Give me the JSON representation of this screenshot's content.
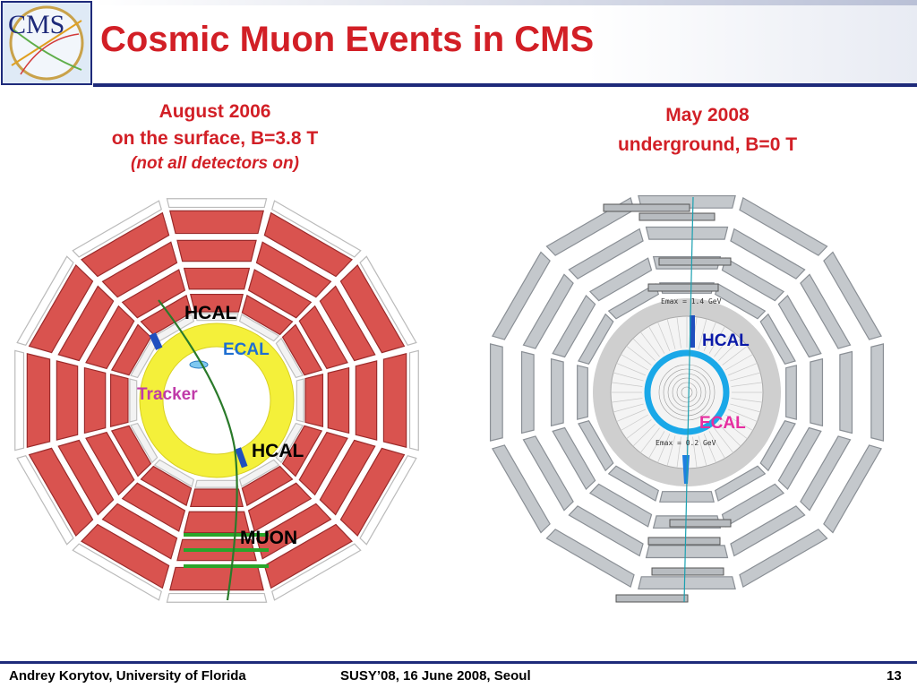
{
  "logo": {
    "text": "CMS"
  },
  "slide": {
    "title": "Cosmic Muon Events in CMS"
  },
  "left_panel": {
    "caption_line1": "August 2006",
    "caption_line2": "on the surface, B=3.8 T",
    "caption_line3": "(not all detectors on)",
    "labels": {
      "hcal_top": "HCAL",
      "ecal": "ECAL",
      "tracker": "Tracker",
      "hcal_bottom": "HCAL",
      "muon": "MUON"
    }
  },
  "right_panel": {
    "caption_line1": "May 2008",
    "caption_line2": "underground, B=0 T",
    "emax_top": "Emax = 1.4 GeV",
    "emax_bottom": "Emax = 0.2 GeV",
    "labels": {
      "hcal": "HCAL",
      "ecal": "ECAL"
    }
  },
  "colors": {
    "title_red": "#d21f26",
    "hcal_label": "#0a1aa8",
    "ecal_left": "#1f6fd1",
    "ecal_right": "#e62ea0",
    "tracker": "#c03aa8",
    "muon_red": "#d9534f",
    "calo_yellow": "#f4f03a",
    "muon_gray": "#c4c8cc"
  },
  "footer": {
    "author": "Andrey Korytov, University of Florida",
    "event": "SUSY’08, 16 June 2008, Seoul",
    "page": "13"
  }
}
